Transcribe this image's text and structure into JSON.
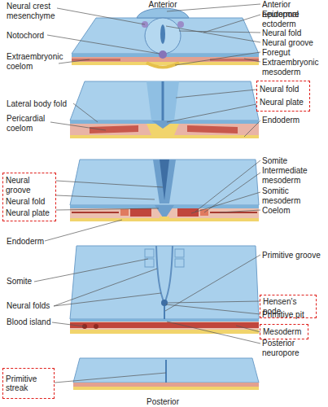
{
  "diagram": {
    "nodes": [
      {
        "text": [
          "Neural fold",
          "Neural plate"
        ]
      },
      {
        "text": [
          "Neural groove",
          "Neural fold",
          "Neural plate"
        ]
      },
      {
        "text": [
          "Hensen's node"
        ]
      },
      {
        "text": [
          "Mesoderm"
        ]
      },
      {
        "text": [
          "Primitive streak"
        ]
      }
    ],
    "labels": [
      "Anterior",
      "Neural crest mesenchyme",
      "Notochord",
      "Extraembryonic coelom",
      "Anterior neuropore",
      "Epidermal ectoderm",
      "Neural fold",
      "Neural groove",
      "Foregut",
      "Extraembryonic mesoderm",
      "Lateral body fold",
      "Pericardial coelom",
      "Endoderm",
      "Somite",
      "Intermediate mesoderm",
      "Somitic mesoderm",
      "Coelom",
      "Endoderm",
      "Primitive groove",
      "Somite",
      "Neural folds",
      "Blood island",
      "Primitive pit",
      "Posterior neuropore",
      "Posterior"
    ]
  }
}
